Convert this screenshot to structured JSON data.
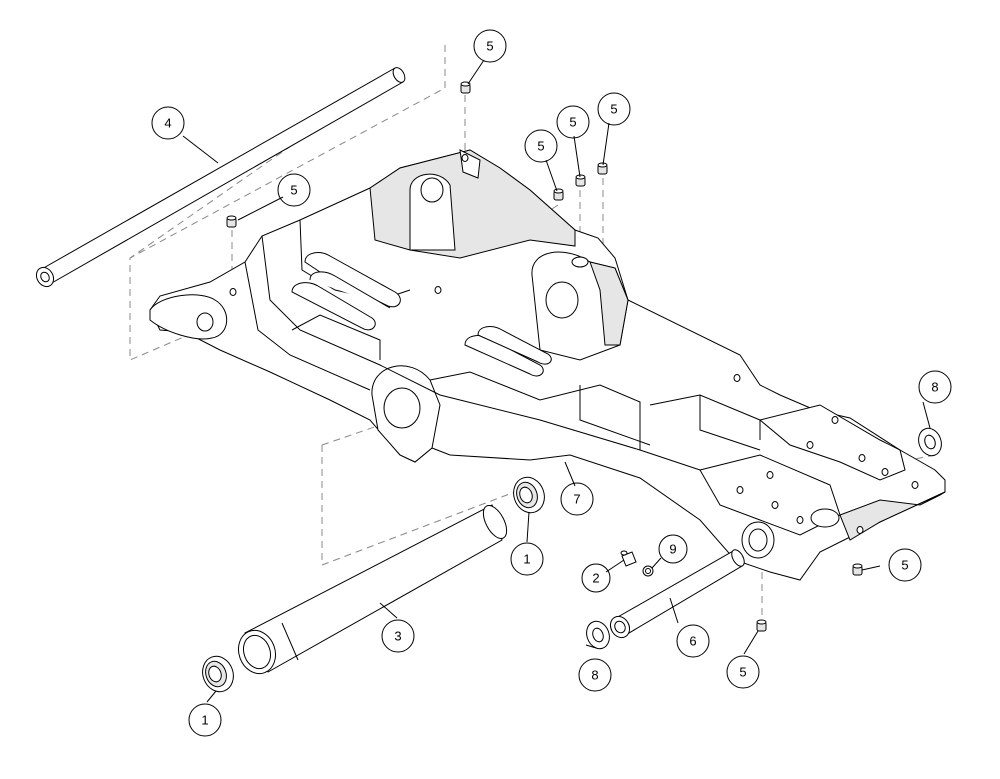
{
  "callouts": [
    {
      "label": "1"
    },
    {
      "label": "1"
    },
    {
      "label": "2"
    },
    {
      "label": "3"
    },
    {
      "label": "4"
    },
    {
      "label": "5"
    },
    {
      "label": "5"
    },
    {
      "label": "5"
    },
    {
      "label": "5"
    },
    {
      "label": "5"
    },
    {
      "label": "5"
    },
    {
      "label": "5"
    },
    {
      "label": "6"
    },
    {
      "label": "7"
    },
    {
      "label": "8"
    },
    {
      "label": "8"
    },
    {
      "label": "9"
    }
  ]
}
